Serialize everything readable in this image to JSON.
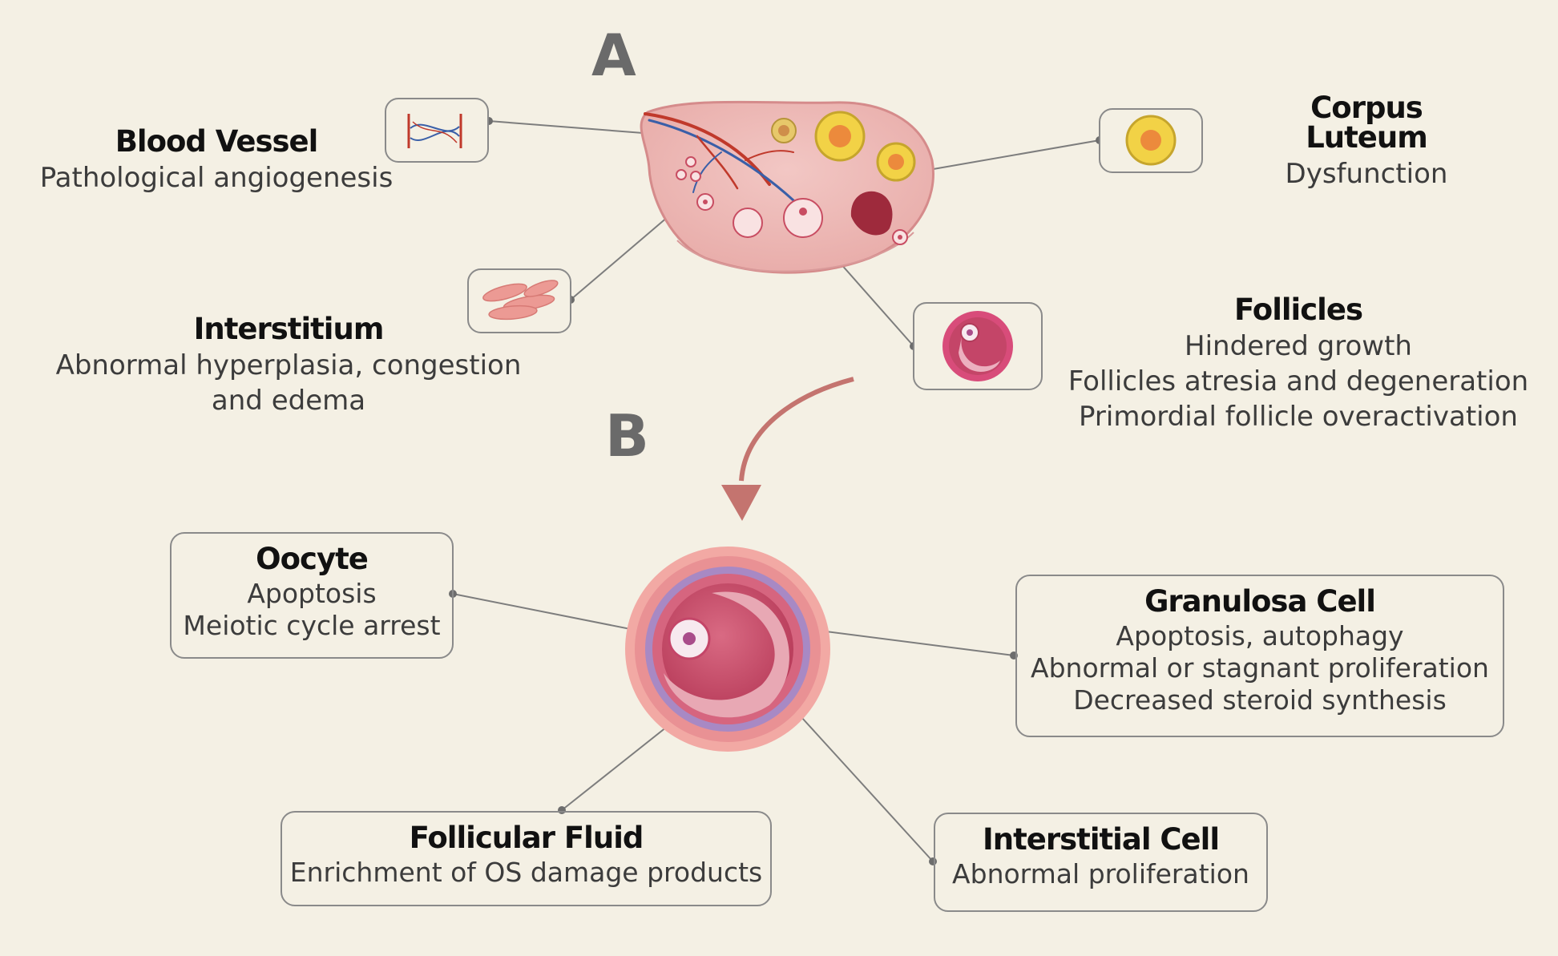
{
  "panels": {
    "a": "A",
    "b": "B"
  },
  "ovary_labels": {
    "blood_vessel": {
      "title": "Blood Vessel",
      "lines": [
        "Pathological angiogenesis"
      ]
    },
    "interstitium": {
      "title": "Interstitium",
      "lines": [
        "Abnormal hyperplasia, congestion",
        "and edema"
      ]
    },
    "corpus_luteum": {
      "title": "Corpus Luteum",
      "lines": [
        "Dysfunction"
      ]
    },
    "follicles": {
      "title": "Follicles",
      "lines": [
        "Hindered growth",
        "Follicles atresia and degeneration",
        "Primordial follicle overactivation"
      ]
    }
  },
  "follicle_labels": {
    "oocyte": {
      "title": "Oocyte",
      "lines": [
        "Apoptosis",
        "Meiotic cycle arrest"
      ]
    },
    "granulosa_cell": {
      "title": "Granulosa Cell",
      "lines": [
        "Apoptosis, autophagy",
        "Abnormal or stagnant proliferation",
        "Decreased steroid synthesis"
      ]
    },
    "follicular_fluid": {
      "title": "Follicular Fluid",
      "lines": [
        "Enrichment of OS damage products"
      ]
    },
    "interstitial_cell": {
      "title": "Interstitial Cell",
      "lines": [
        "Abnormal proliferation"
      ]
    }
  }
}
